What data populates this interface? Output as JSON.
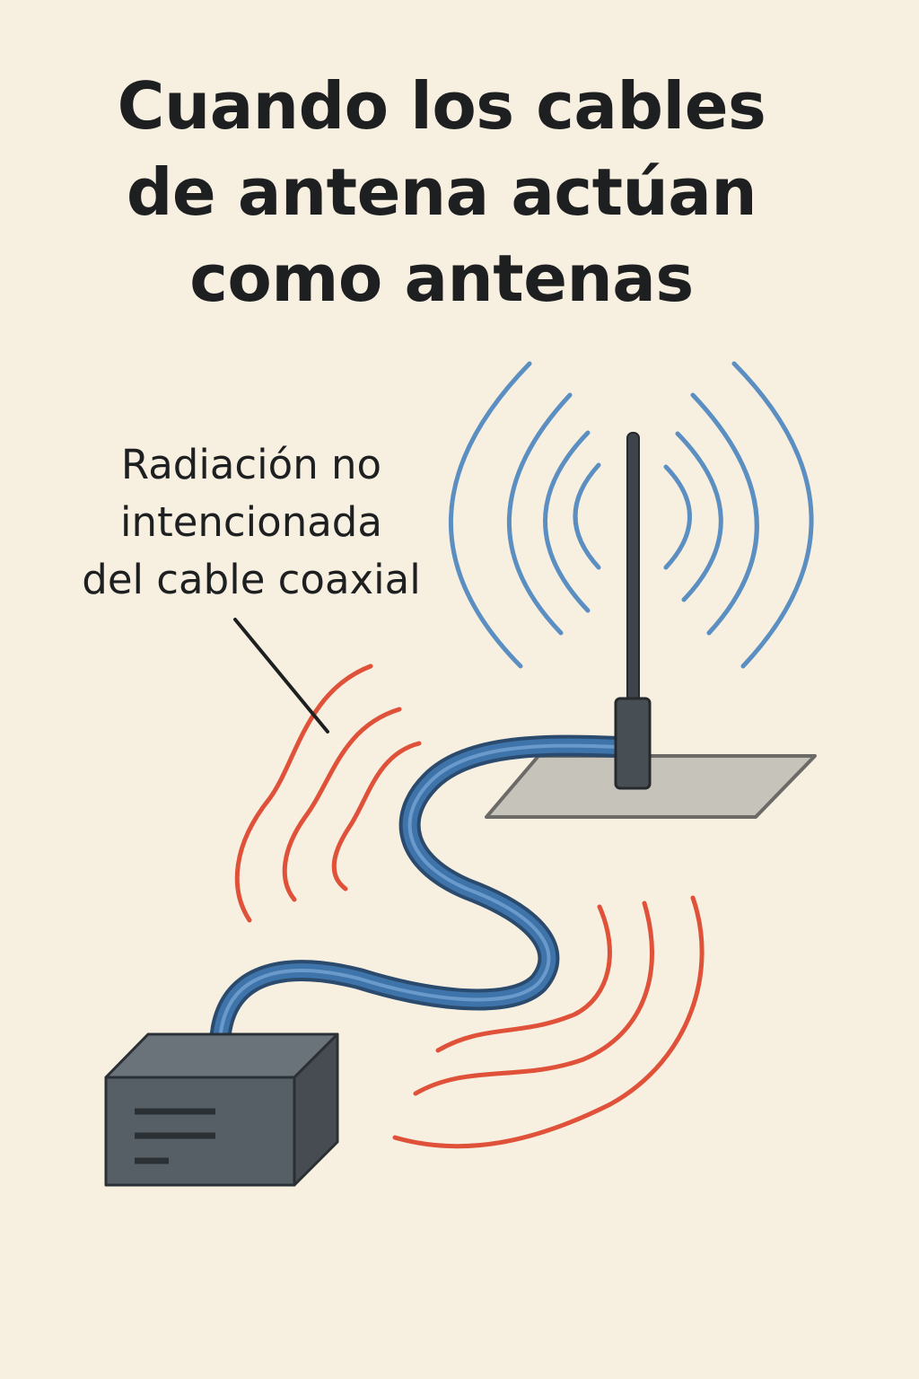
{
  "title": {
    "lines": [
      "Cuando los cables",
      "de antena actúan",
      "como antenas"
    ]
  },
  "callout": {
    "lines": [
      "Radiación no",
      "intencionada",
      "del cable coaxial"
    ]
  },
  "colors": {
    "background": "#f7efe0",
    "antenna_waves": "#5b8fc2",
    "cable_radiation": "#e0513a",
    "cable": "#2f5f8f",
    "device": "#555d66"
  }
}
